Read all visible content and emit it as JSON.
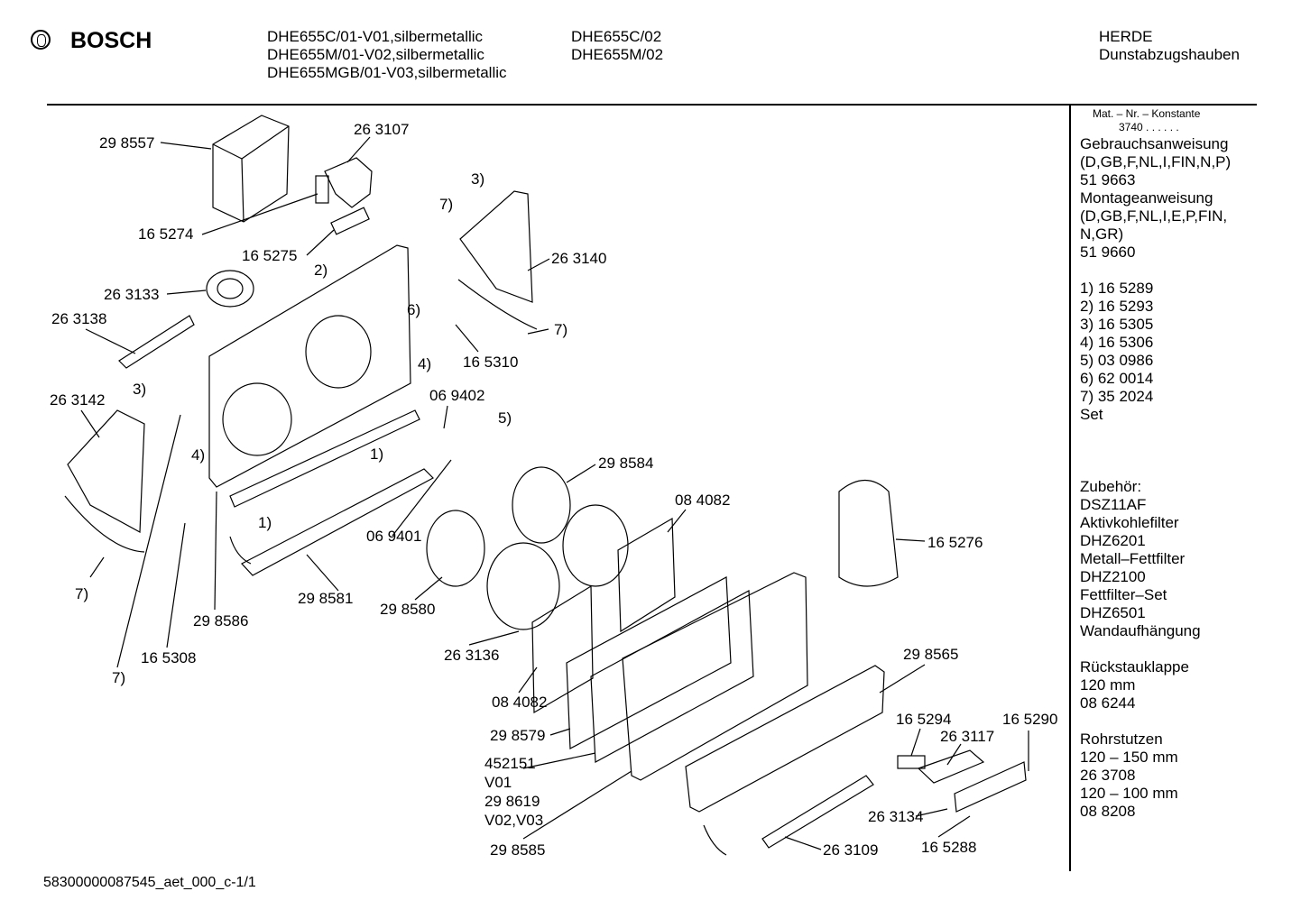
{
  "header": {
    "brand": "BOSCH",
    "models_col1": [
      "DHE655C/01-V01,silbermetallic",
      "DHE655M/01-V02,silbermetallic",
      "DHE655MGB/01-V03,silbermetallic"
    ],
    "models_col2": [
      "DHE655C/02",
      "DHE655M/02"
    ],
    "maker": "HERDE",
    "category": "Dunstabzugshauben"
  },
  "sidebar": {
    "mat_title": "Mat. – Nr. – Konstante",
    "mat_value": "3740 . .  .  .  .  .",
    "lines": [
      "Gebrauchsanweisung",
      "(D,GB,F,NL,I,FIN,N,P)",
      "51 9663",
      "Montageanweisung",
      "(D,GB,F,NL,I,E,P,FIN,",
      "N,GR)",
      "51 9660",
      "",
      "1) 16 5289",
      "2) 16 5293",
      "3) 16 5305",
      "4) 16 5306",
      "5) 03 0986",
      "6) 62 0014",
      "7) 35 2024",
      "    Set",
      "",
      "",
      "",
      "Zubehör:",
      "DSZ11AF",
      "Aktivkohlefilter",
      "DHZ6201",
      "Metall–Fettfilter",
      "DHZ2100",
      "Fettfilter–Set",
      "DHZ6501",
      "Wandaufhängung",
      "",
      "Rückstauklappe",
      "120 mm",
      "08 6244",
      "",
      "Rohrstutzen",
      "120 – 150 mm",
      "26 3708",
      "120 – 100 mm",
      "08 8208"
    ]
  },
  "labels": [
    "29 8557",
    "26 3107",
    "3)",
    "7)",
    "16 5274",
    "16 5275",
    "2)",
    "26 3140",
    "26 3133",
    "26 3138",
    "6)",
    "7)",
    "4)",
    "16 5310",
    "3)",
    "26 3142",
    "06 9402",
    "5)",
    "4)",
    "1)",
    "29 8584",
    "08 4082",
    "1)",
    "06 9401",
    "16 5276",
    "7)",
    "29 8581",
    "29 8580",
    "29 8586",
    "26 3136",
    "16 5308",
    "29 8565",
    "7)",
    "08 4082",
    "16 5294",
    "16 5290",
    "26 3117",
    "29 8579",
    "452151",
    "V01",
    "29 8619",
    "V02,V03",
    "26 3134",
    "16 5288",
    "29 8585",
    "26 3109"
  ],
  "footer": "58300000087545_aet_000_c-1/1"
}
